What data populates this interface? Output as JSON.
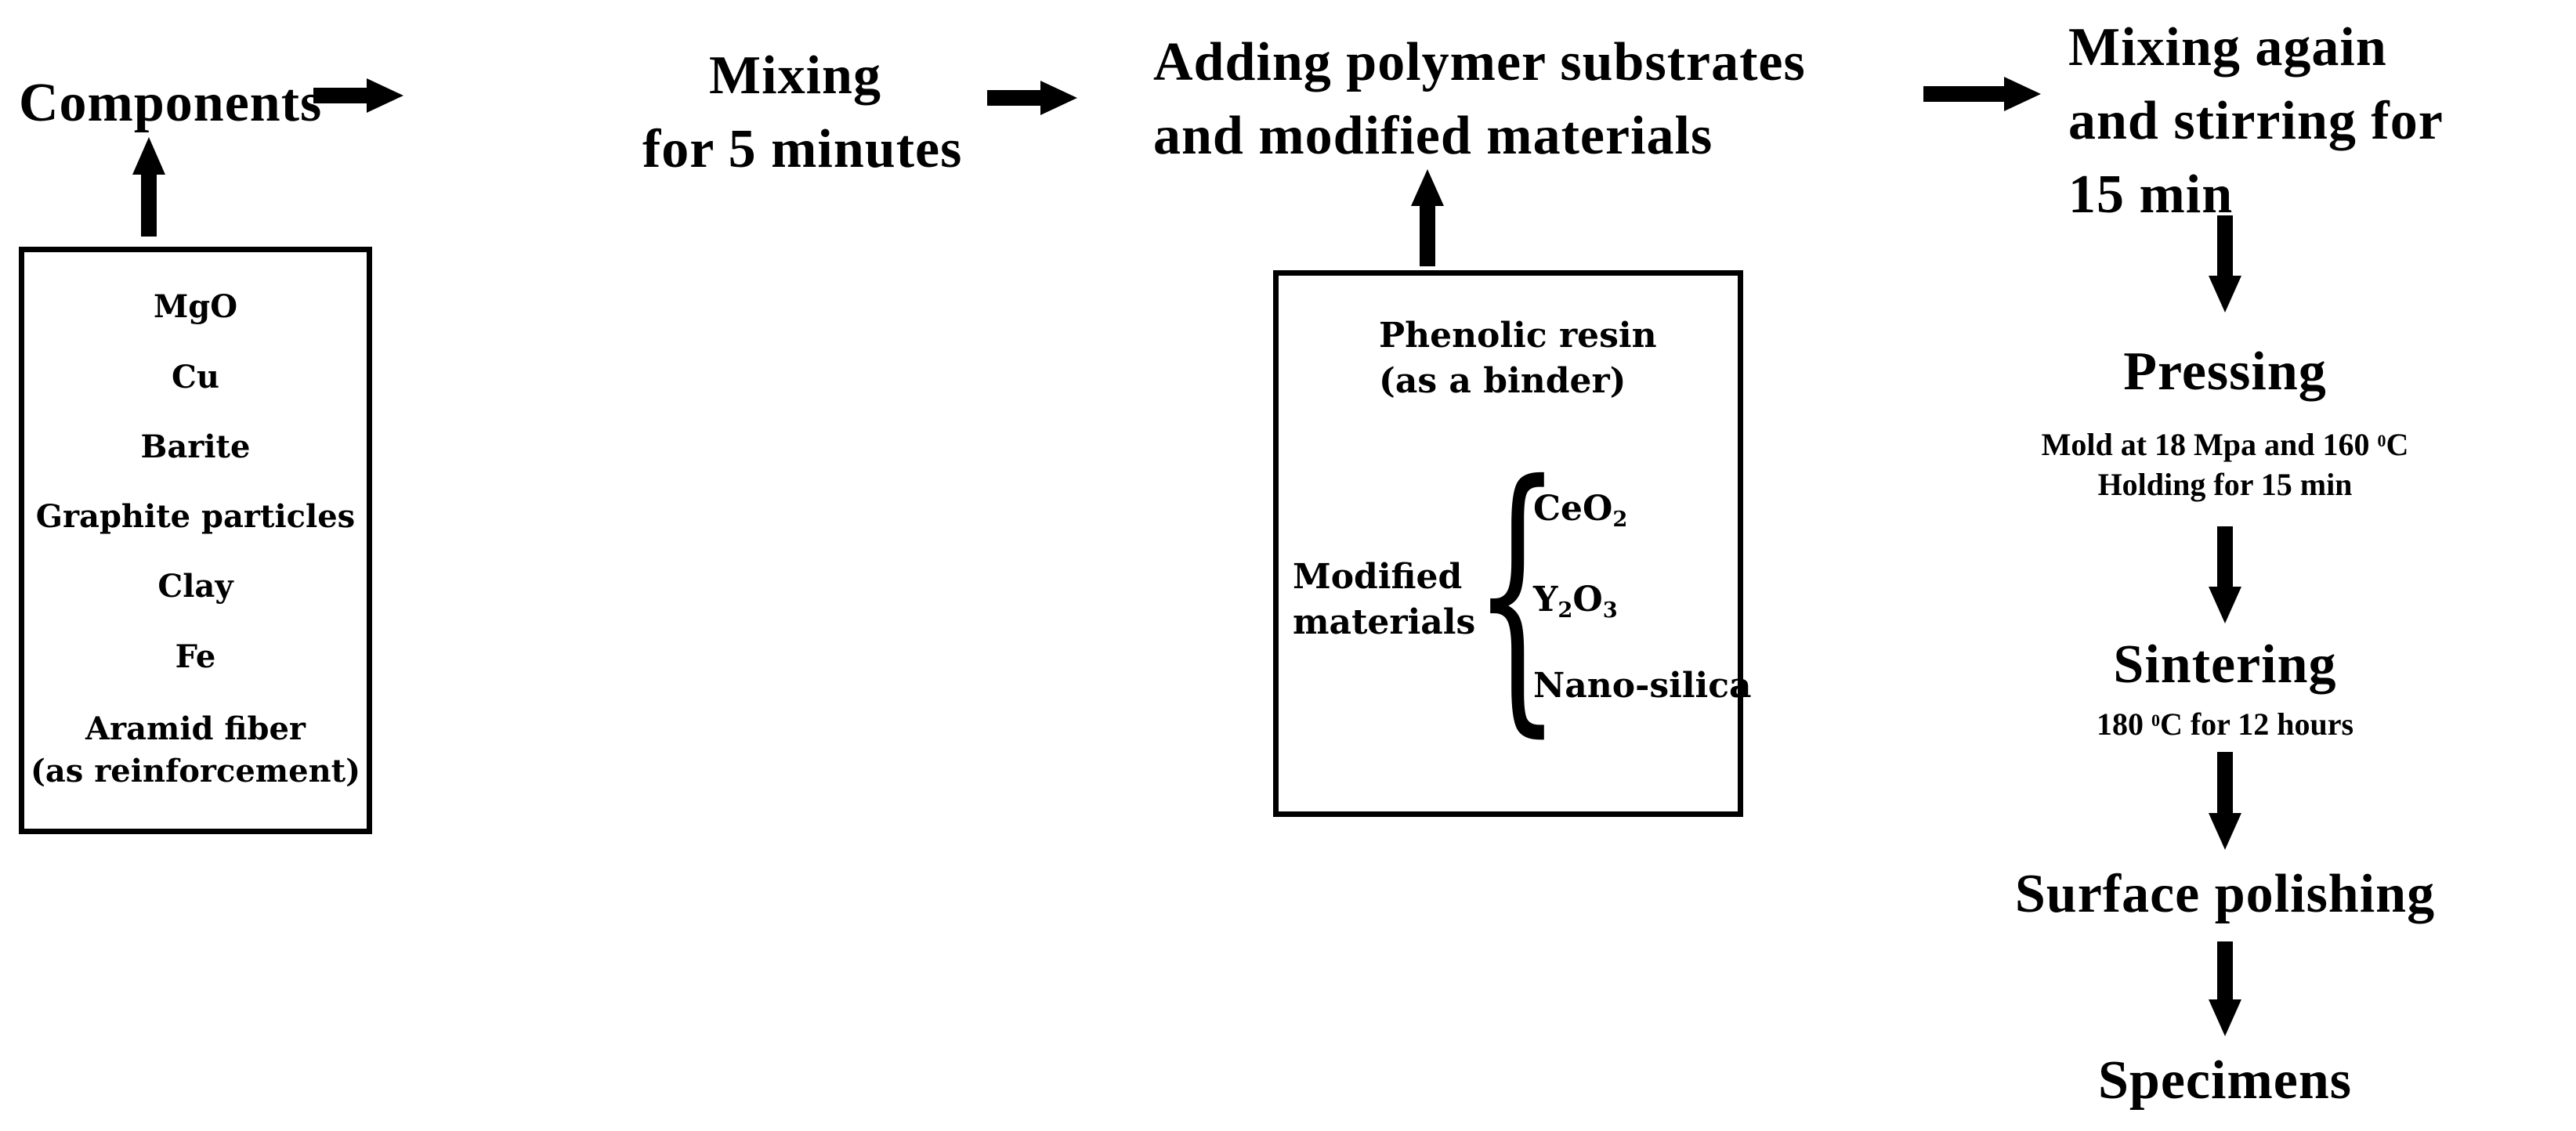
{
  "colors": {
    "ink": "#000000",
    "background": "#ffffff"
  },
  "flow": {
    "components": "Components",
    "mixing_l1": "Mixing",
    "mixing_l2": "for 5 minutes",
    "adding_l1": "Adding polymer substrates",
    "adding_l2": "and modified materials",
    "mixing2_l1": "Mixing again",
    "mixing2_l2": "and stirring for",
    "mixing2_l3": "15 min",
    "pressing": "Pressing",
    "pressing_detail1_pre": "Mold at 18 Mpa and 160 ",
    "pressing_detail1_sup": "0",
    "pressing_detail1_post": "C",
    "pressing_detail2": "Holding for 15 min",
    "sintering": "Sintering",
    "sintering_detail_pre": "180 ",
    "sintering_detail_sup": "0",
    "sintering_detail_post": "C for 12 hours",
    "surface_polishing": "Surface polishing",
    "specimens": "Specimens"
  },
  "components_box": {
    "items": [
      "MgO",
      "Cu",
      "Barite",
      "Graphite particles",
      "Clay",
      "Fe"
    ],
    "reinforcement_l1": "Aramid fiber",
    "reinforcement_l2": "(as reinforcement)"
  },
  "additives_box": {
    "binder_l1": "Phenolic resin",
    "binder_l2": "(as a binder)",
    "group_label_l1": "Modified",
    "group_label_l2": "materials",
    "brace_glyph": "{",
    "items": [
      {
        "base": "CeO",
        "sub": "2"
      },
      {
        "b1": "Y",
        "s1": "2",
        "b2": "O",
        "s2": "3"
      },
      {
        "label": "Nano-silica"
      }
    ]
  }
}
